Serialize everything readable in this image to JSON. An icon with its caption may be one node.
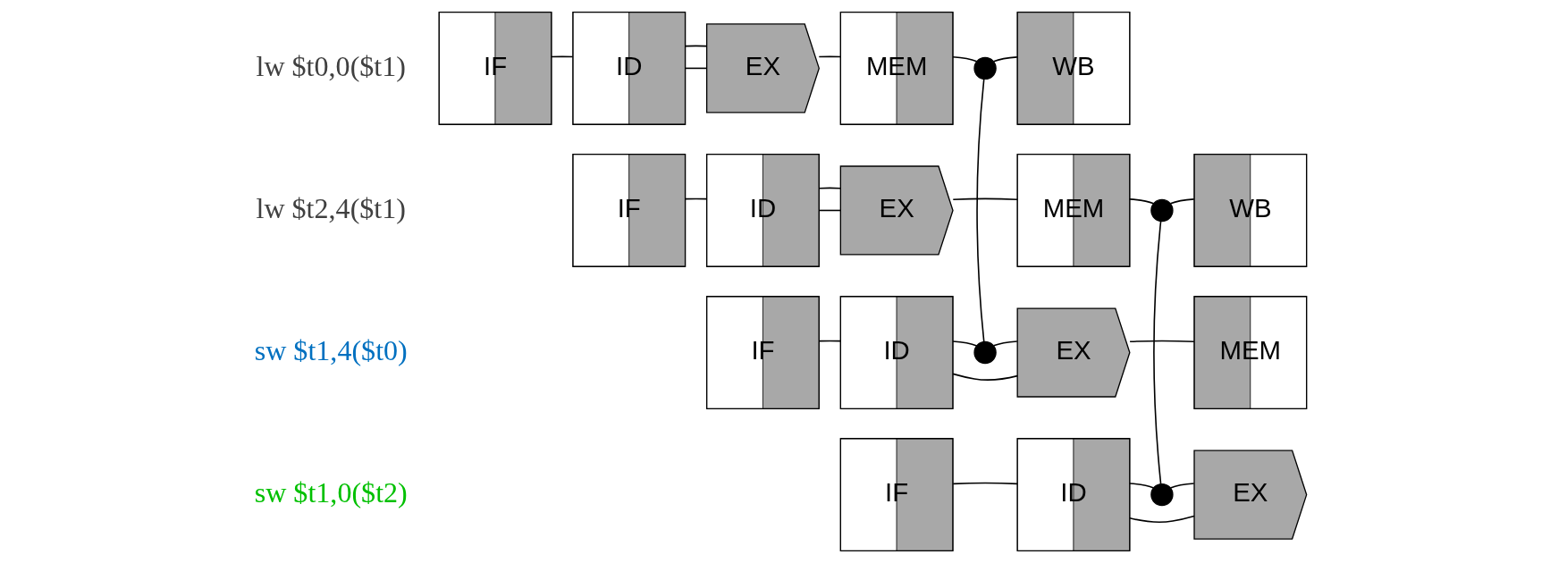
{
  "diagram": {
    "nodes": [
      {
        "text": [
          "IF"
        ]
      },
      {
        "text": [
          "ID"
        ]
      },
      {
        "text": [
          "EX"
        ]
      },
      {
        "text": [
          "MEM"
        ]
      },
      {
        "text": [],
        "shape": "circle"
      },
      {
        "text": [
          "WB"
        ]
      },
      {
        "text": [
          "IF"
        ]
      },
      {
        "text": [
          "ID"
        ]
      },
      {
        "text": [
          "EX"
        ]
      },
      {
        "text": [
          "MEM"
        ]
      },
      {
        "text": [],
        "shape": "circle"
      },
      {
        "text": [
          "WB"
        ]
      },
      {
        "text": [
          "IF"
        ]
      },
      {
        "text": [
          "ID"
        ]
      },
      {
        "text": [],
        "shape": "circle"
      },
      {
        "text": [
          "EX"
        ]
      },
      {
        "text": [
          "MEM"
        ]
      },
      {
        "text": [
          "IF"
        ]
      },
      {
        "text": [
          "ID"
        ]
      },
      {
        "text": [],
        "shape": "circle"
      },
      {
        "text": [
          "EX"
        ]
      }
    ],
    "edges": [
      {
        "from": 0,
        "to": 1,
        "arrow": "none"
      },
      {
        "from": 1,
        "to": 2,
        "arrow": "none"
      },
      {
        "from": 1,
        "to": 2,
        "arrow": "none"
      },
      {
        "from": 2,
        "to": 3,
        "arrow": "none"
      },
      {
        "from": 3,
        "to": 4,
        "arrow": "none"
      },
      {
        "from": 4,
        "to": 5,
        "arrow": "none"
      },
      {
        "from": 4,
        "to": 14,
        "arrow": "none"
      },
      {
        "from": 6,
        "to": 7,
        "arrow": "none"
      },
      {
        "from": 7,
        "to": 8,
        "arrow": "none"
      },
      {
        "from": 7,
        "to": 8,
        "arrow": "none"
      },
      {
        "from": 8,
        "to": 9,
        "arrow": "none"
      },
      {
        "from": 9,
        "to": 10,
        "arrow": "none"
      },
      {
        "from": 10,
        "to": 11,
        "arrow": "none"
      },
      {
        "from": 10,
        "to": 19,
        "arrow": "none"
      },
      {
        "from": 12,
        "to": 13,
        "arrow": "none"
      },
      {
        "from": 13,
        "to": 14,
        "arrow": "none"
      },
      {
        "from": 14,
        "to": 15,
        "arrow": "none"
      },
      {
        "from": 13,
        "to": 15,
        "arrow": "none"
      },
      {
        "from": 15,
        "to": 16,
        "arrow": "none"
      },
      {
        "from": 17,
        "to": 18,
        "arrow": "none"
      },
      {
        "from": 18,
        "to": 19,
        "arrow": "none"
      },
      {
        "from": 19,
        "to": 20,
        "arrow": "none"
      },
      {
        "from": 18,
        "to": 20,
        "arrow": "none"
      }
    ],
    "labels": [
      "lw $t0,0($t1)",
      "lw $t2,4($t1)",
      "sw $t1,4($t0)",
      "sw $t1,0($t2)"
    ]
  }
}
